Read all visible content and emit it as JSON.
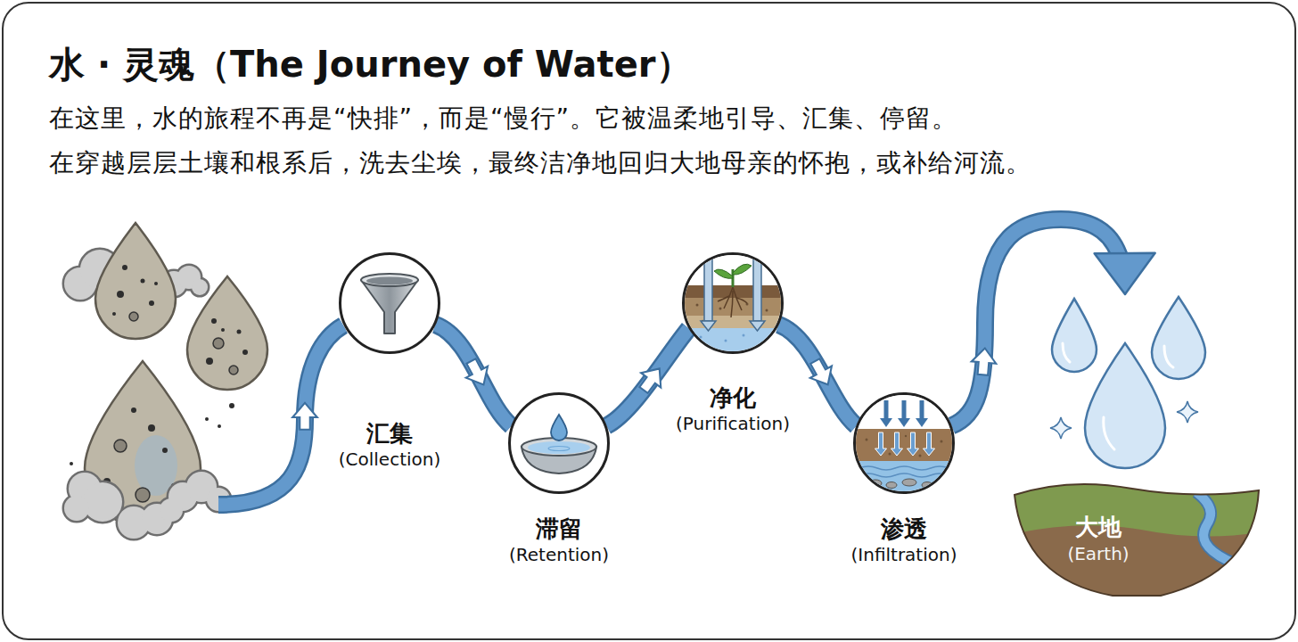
{
  "diagram": {
    "title": "水 · 灵魂（The Journey of Water）",
    "caption": "在这里，水的旅程不再是“快排”，而是“慢行”。它被温柔地引导、汇集、停留。 在穿越层层土壤和根系后，洗去尘埃，最终洁净地回归大地母亲的怀抱，或补给河流。",
    "nodes": [
      {
        "text": [
          "汇集",
          "(Collection)"
        ]
      },
      {
        "text": [
          "滞留",
          "(Retention)"
        ]
      },
      {
        "text": [
          "净化",
          "(Purification)"
        ]
      },
      {
        "text": [
          "渗透",
          "(Infiltration)"
        ]
      },
      {
        "text": [
          "大地",
          "(Earth)"
        ]
      }
    ],
    "edges": [
      {
        "from": 0,
        "to": 1,
        "arrow": "to"
      },
      {
        "from": 1,
        "to": 2,
        "arrow": "to"
      },
      {
        "from": 2,
        "to": 3,
        "arrow": "to"
      },
      {
        "from": 3,
        "to": 4,
        "arrow": "to"
      }
    ]
  }
}
